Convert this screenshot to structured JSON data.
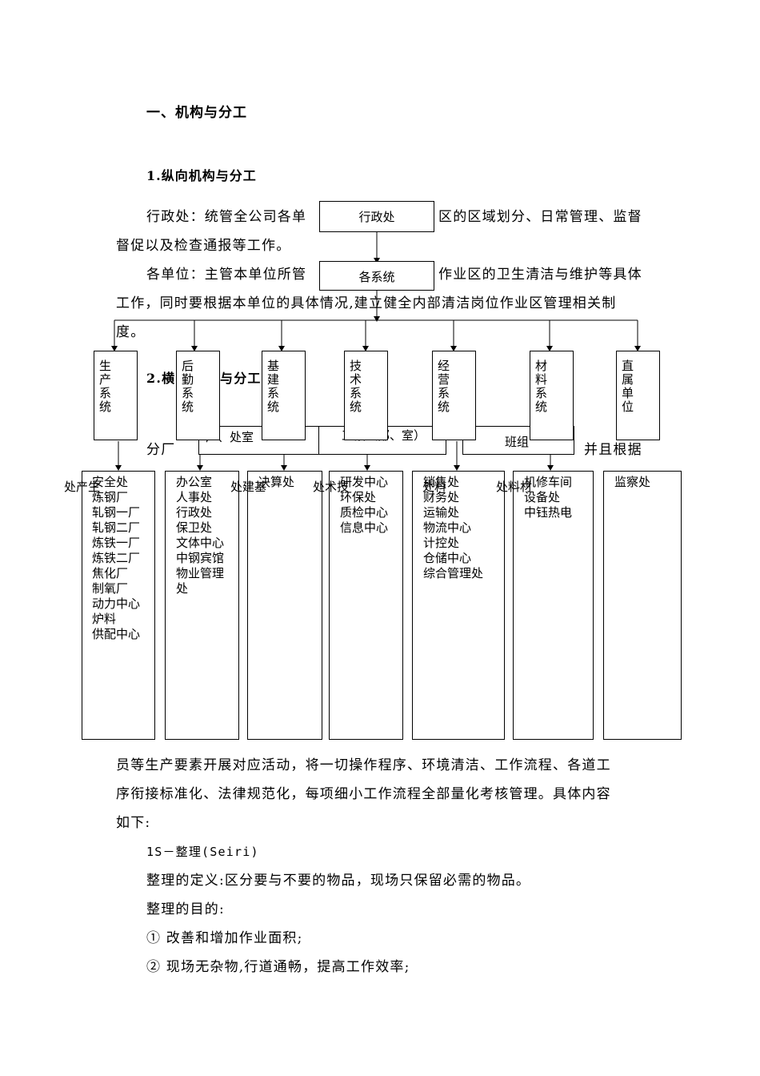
{
  "section_title": "一、机构与分工",
  "subsection1": "1.纵向机构与分工",
  "para1_line1_a": "行政处：统管全公司各单",
  "para1_line1_b": "区的区域划分、日常管理、监督",
  "para1_line2": "督促以及检查通报等工作。",
  "para2_line1_a": "各单位：主管本单位所管",
  "para2_line1_b": "作业区的卫生清洁与维护等具体",
  "para2_line2": "工作，同时要根据本单位的具体情况,建立健全内部清洁岗位作业区管理相关制",
  "para2_line3": "度。",
  "subsection2_partial_a": "2.横",
  "subsection2_partial_b": "与分工",
  "hidden_line_a": "分厂",
  "hidden_line_b": "并且根据",
  "org_chart": {
    "top": "行政处",
    "second": "各系统",
    "systems": [
      {
        "label": [
          "生",
          "产",
          "系",
          "统"
        ],
        "outside": "处产生",
        "items": [
          "安全处",
          "炼钢厂",
          "轧钢一厂",
          "轧钢二厂",
          "炼铁一厂",
          "炼铁二厂",
          "焦化厂",
          "制氧厂",
          "动力中心",
          "炉料",
          "供配中心"
        ]
      },
      {
        "label": [
          "后",
          "勤",
          "系",
          "统"
        ],
        "outside": "",
        "items": [
          "办公室",
          "人事处",
          "行政处",
          "保卫处",
          "文体中心",
          "中钢宾馆",
          "物业管理",
          "处"
        ]
      },
      {
        "label": [
          "基",
          "建",
          "系",
          "统"
        ],
        "outside": "处建基",
        "items": [
          "决算处"
        ]
      },
      {
        "label": [
          "技",
          "术",
          "系",
          "统"
        ],
        "outside": "处术技",
        "items": [
          "研发中心",
          "环保处",
          "质检中心",
          "信息中心"
        ]
      },
      {
        "label": [
          "经",
          "营",
          "系",
          "统"
        ],
        "outside": "处料",
        "items": [
          "销售处",
          "财务处",
          "运输处",
          "物流中心",
          "计控处",
          "仓储中心",
          "综合管理处"
        ]
      },
      {
        "label": [
          "材",
          "料",
          "系",
          "统"
        ],
        "outside": "处料材",
        "items": [
          "机修车间",
          "设备处",
          "中钰热电"
        ]
      },
      {
        "label": [
          "直",
          "属",
          "单",
          "位"
        ],
        "outside": "",
        "items": [
          "监察处"
        ]
      }
    ],
    "row_mid": [
      "厂、处室",
      "工段（部、室）",
      "班组"
    ]
  },
  "body_line1": "员等生产要素开展对应活动，将一切操作程序、环境清洁、工作流程、各道工",
  "body_line2": "序衔接标准化、法律规范化，每项细小工作流程全部量化考核管理。具体内容",
  "body_line3": "如下:",
  "s1_title": "1S－整理(Seiri)",
  "s1_def": "整理的定义:区分要与不要的物品，现场只保留必需的物品。",
  "s1_purpose": "整理的目的:",
  "s1_item1": "①  改善和增加作业面积;",
  "s1_item2": "②  现场无杂物,行道通畅，提高工作效率;"
}
